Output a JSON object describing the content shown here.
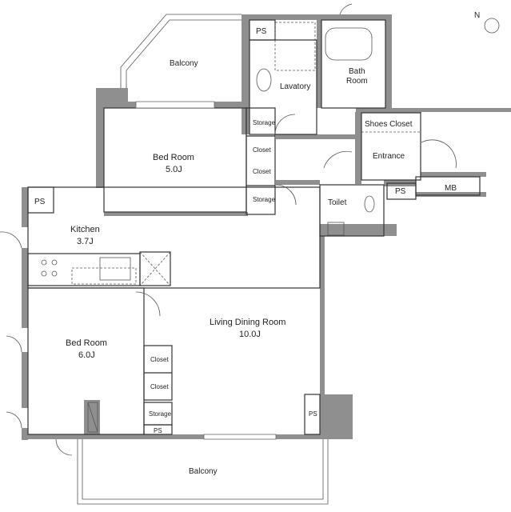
{
  "rooms": {
    "balcony_top": "Balcony",
    "ps_top": "PS",
    "lavatory": "Lavatory",
    "bath": "Bath\nRoom",
    "storage_a": "Storage",
    "shoes_closet": "Shoes Closet",
    "bedroom1": "Bed Room",
    "bedroom1_size": "5.0J",
    "closet_a": "Closet",
    "closet_b": "Closet",
    "storage_b": "Storage",
    "entrance": "Entrance",
    "toilet": "Toilet",
    "ps_toilet": "PS",
    "mb": "MB",
    "ps_kitchen": "PS",
    "kitchen": "Kitchen",
    "kitchen_size": "3.7J",
    "ldk": "Living Dining Room",
    "ldk_size": "10.0J",
    "bedroom2": "Bed Room",
    "bedroom2_size": "6.0J",
    "closet_c": "Closet",
    "closet_d": "Closet",
    "storage_c": "Storage",
    "ps_bottom_small": "PS",
    "ps_bottom_right": "PS",
    "balcony_bottom": "Balcony"
  },
  "compass": {
    "label": "N"
  }
}
